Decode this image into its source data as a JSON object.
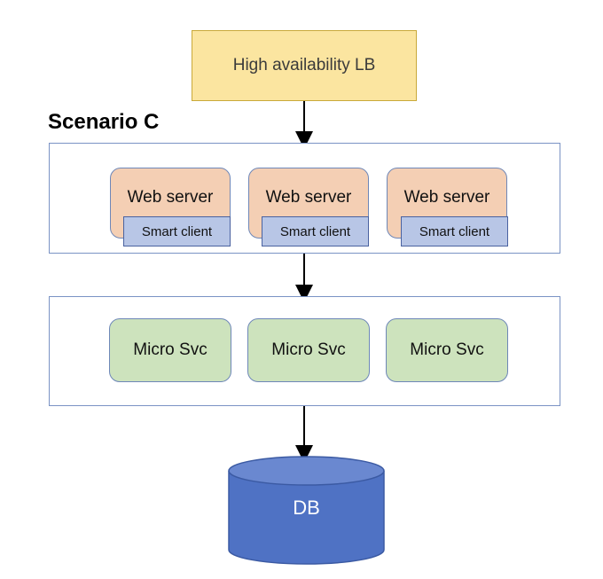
{
  "load_balancer": {
    "label": "High availability LB"
  },
  "scenario_title": "Scenario C",
  "web_tier": {
    "nodes": [
      {
        "server": "Web server",
        "client": "Smart client"
      },
      {
        "server": "Web server",
        "client": "Smart client"
      },
      {
        "server": "Web server",
        "client": "Smart client"
      }
    ]
  },
  "service_tier": {
    "nodes": [
      {
        "label": "Micro Svc"
      },
      {
        "label": "Micro Svc"
      },
      {
        "label": "Micro Svc"
      }
    ]
  },
  "database": {
    "label": "DB"
  },
  "colors": {
    "lb_fill": "#fbe5a0",
    "web_fill": "#f4cfb4",
    "client_fill": "#b8c6e6",
    "micro_fill": "#cde3bd",
    "db_fill": "#4f72c4",
    "border": "#7a93c4"
  }
}
